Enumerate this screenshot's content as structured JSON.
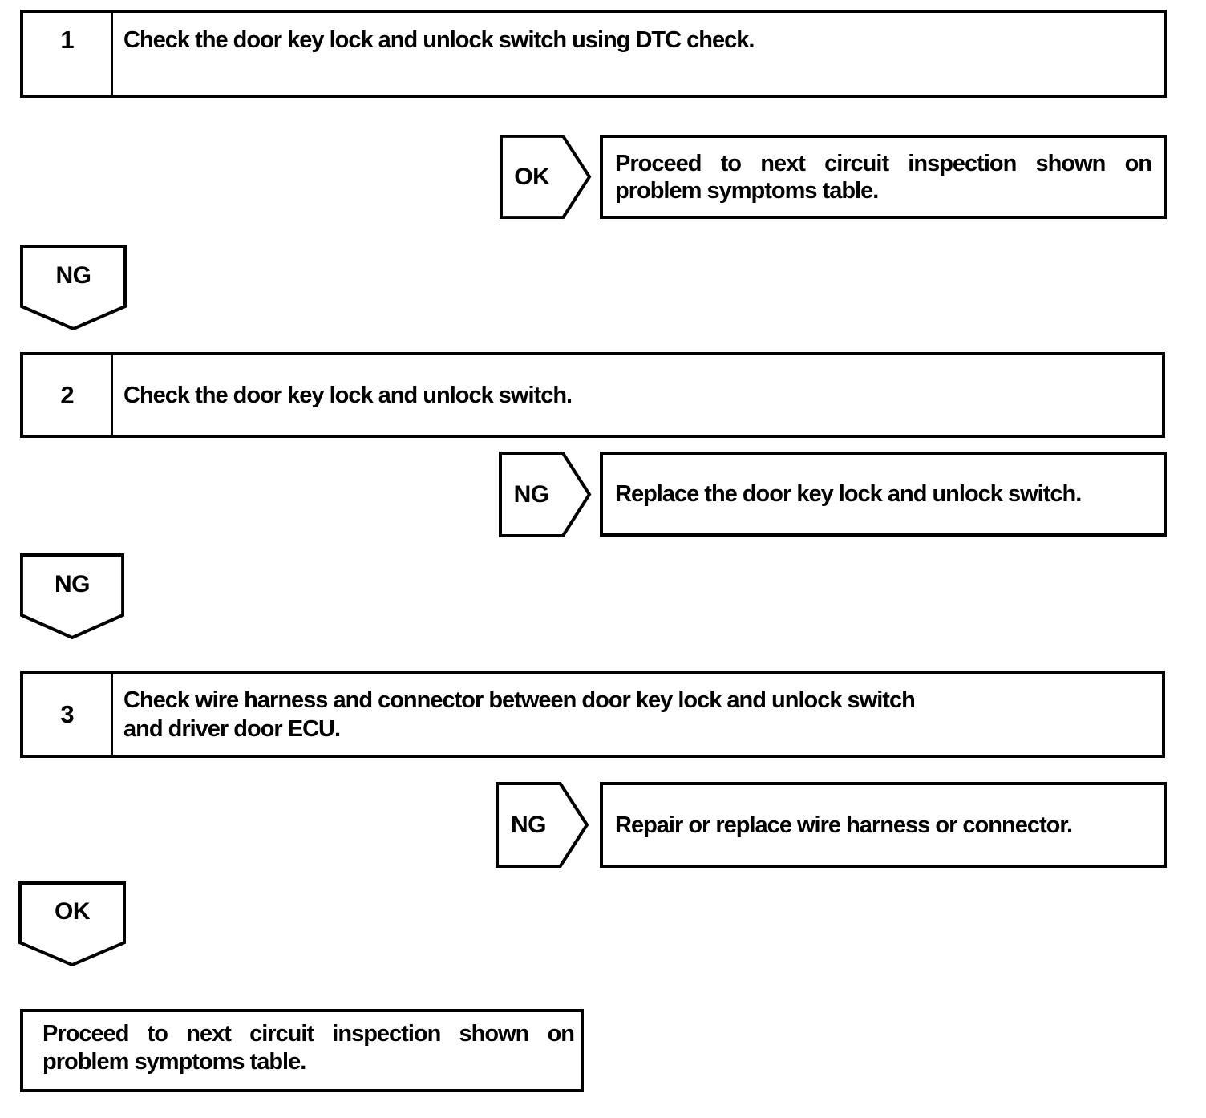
{
  "flowchart": {
    "steps": [
      {
        "number": "1",
        "title": "Check the door key lock and unlock switch using DTC check."
      },
      {
        "number": "2",
        "title": "Check the door key lock and unlock switch."
      },
      {
        "number": "3",
        "title_line1": "Check wire harness and connector between door key lock and unlock switch",
        "title_line2": "and driver door ECU."
      }
    ],
    "branches": [
      {
        "label": "OK",
        "result_line1": "Proceed to next circuit inspection shown on",
        "result_line2": "problem symptoms table."
      },
      {
        "label": "NG",
        "result": "Replace the door key lock and unlock switch."
      },
      {
        "label": "NG",
        "result": "Repair or replace wire harness or connector."
      }
    ],
    "connectors": [
      {
        "label": "NG"
      },
      {
        "label": "NG"
      },
      {
        "label": "OK"
      }
    ],
    "end_box": {
      "line1": "Proceed to next circuit inspection shown on",
      "line2": "problem symptoms table."
    },
    "colors": {
      "line_color": "#000000",
      "background": "#ffffff",
      "text_color": "#000000"
    }
  }
}
